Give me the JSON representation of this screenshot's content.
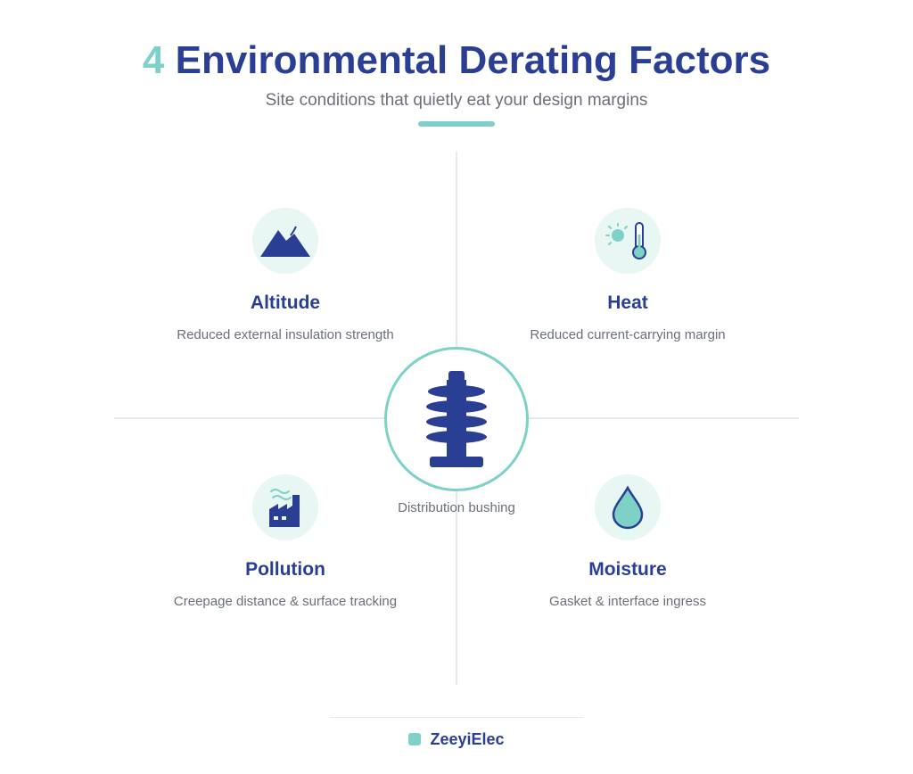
{
  "header": {
    "title_number": "4",
    "title_text": "Environmental Derating Factors",
    "subtitle": "Site conditions that quietly eat your design margins"
  },
  "center": {
    "label": "Distribution bushing",
    "icon": "bushing-icon"
  },
  "factors": [
    {
      "name": "Altitude",
      "description": "Reduced external insulation strength",
      "icon": "mountain-icon"
    },
    {
      "name": "Heat",
      "description": "Reduced current-carrying margin",
      "icon": "thermometer-sun-icon"
    },
    {
      "name": "Pollution",
      "description": "Creepage distance & surface tracking",
      "icon": "factory-icon"
    },
    {
      "name": "Moisture",
      "description": "Gasket & interface ingress",
      "icon": "water-drop-icon"
    }
  ],
  "footer": {
    "brand": "ZeeyiElec"
  },
  "colors": {
    "primary": "#2a3f94",
    "accent": "#7dd1c6",
    "icon_bg": "#e8f6f4",
    "text_muted": "#6b6f7a",
    "divider": "#e3e8f3"
  }
}
